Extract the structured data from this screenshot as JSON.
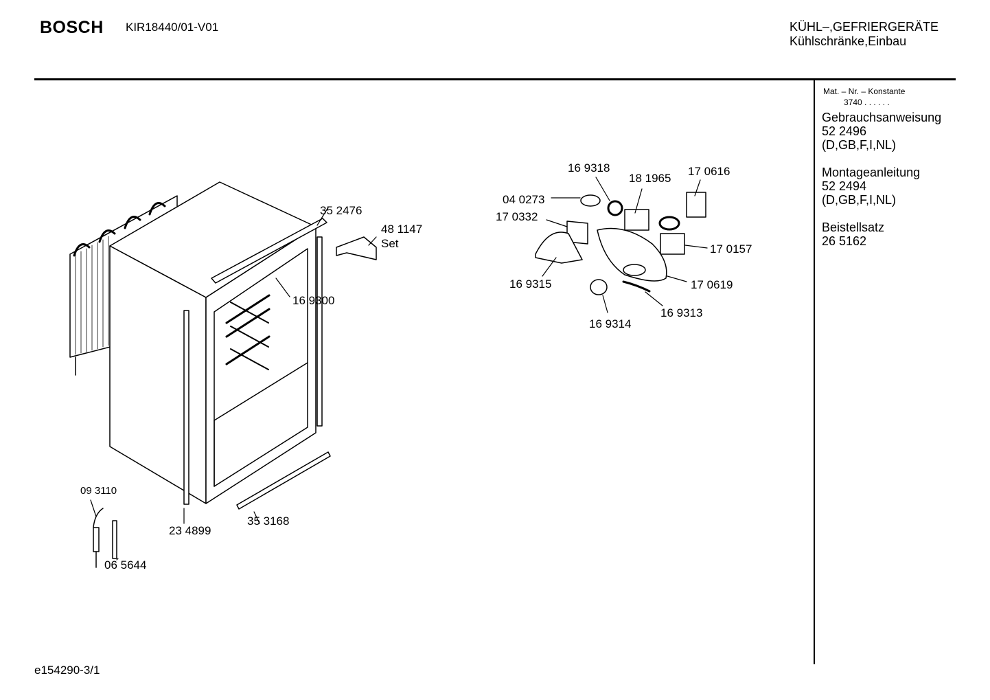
{
  "header": {
    "brand": "BOSCH",
    "model": "KIR18440/01-V01",
    "category_line1": "KÜHL–,GEFRIERGERÄTE",
    "category_line2": "Kühlschränke,Einbau"
  },
  "sidebar": {
    "mat_label": "Mat. – Nr. – Konstante",
    "mat_number": "3740 .  .  .  .  .  .",
    "documents": [
      {
        "title": "Gebrauchsanweisung",
        "number": "52 2496",
        "langs": "(D,GB,F,I,NL)"
      },
      {
        "title": "Montageanleitung",
        "number": "52 2494",
        "langs": "(D,GB,F,I,NL)"
      },
      {
        "title": "Beistellsatz",
        "number": "26 5162"
      }
    ]
  },
  "parts": {
    "p352476": "35 2476",
    "p481147": "48 1147",
    "p481147_set": "Set",
    "p169300": "16 9300",
    "p234899": "23 4899",
    "p353168": "35 3168",
    "p093110": "09 3110",
    "p065644": "06 5644",
    "p169318": "16 9318",
    "p181965": "18 1965",
    "p170616": "17 0616",
    "p040273": "04 0273",
    "p170332": "17 0332",
    "p170157": "17 0157",
    "p169315": "16 9315",
    "p170619": "17 0619",
    "p169314": "16 9314",
    "p169313": "16 9313"
  },
  "footer": {
    "code": "e154290-3/1"
  }
}
